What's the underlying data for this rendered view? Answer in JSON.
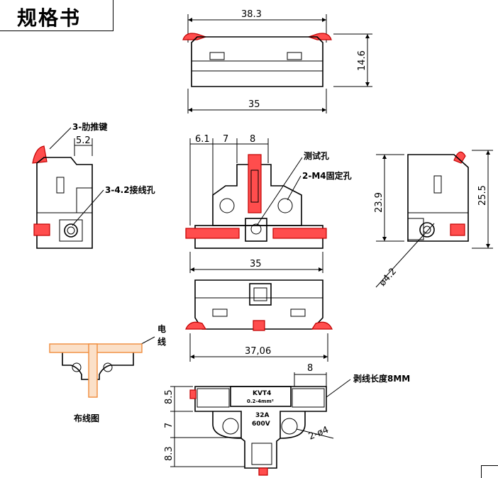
{
  "title": "规格书",
  "top_view": {
    "width_top": "38.3",
    "height": "14.6",
    "width_bottom": "35"
  },
  "side_left": {
    "button_label": "3-肋推键",
    "dim": "5.2",
    "hole_label": "3-4.2接线孔"
  },
  "front_view": {
    "d1": "6.1",
    "d2": "7",
    "d3": "8",
    "test_hole": "测试孔",
    "mount_hole": "2-M4固定孔",
    "width": "35"
  },
  "side_right": {
    "h1": "23.9",
    "h2": "25.5",
    "dia": "ø4.2"
  },
  "bottom_view": {
    "width": "37,06"
  },
  "wiring": {
    "wire_label_1": "电",
    "wire_label_2": "线",
    "caption": "布线图"
  },
  "detail_view": {
    "strip_dim": "8",
    "strip_label": "剥线长度8MM",
    "brand": "KVT4",
    "spec": "0.2-4mm²",
    "current": "32A",
    "voltage": "600V",
    "h1": "8.5",
    "h2": "7",
    "h3": "8.3",
    "holes": "2-ø4"
  }
}
